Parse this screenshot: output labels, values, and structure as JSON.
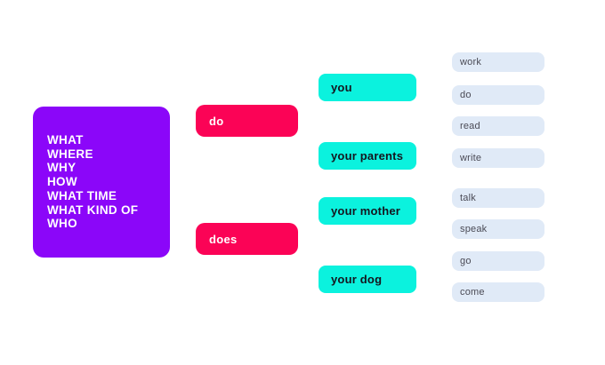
{
  "palette": {
    "background": "#ffffff",
    "question_card_bg": "#8b06f9",
    "auxiliary_card_bg": "#fb0356",
    "subject_card_bg": "#0bf2de",
    "verb_pill_bg": "#e0eaf7",
    "light_text": "#ffffff",
    "dark_text": "#15151e",
    "verb_text": "#4a4a55"
  },
  "question_words_card": {
    "lines": [
      "WHAT",
      "WHERE",
      "WHY",
      "HOW",
      "WHAT TIME",
      "WHAT KIND OF",
      "WHO"
    ]
  },
  "auxiliary_cards": [
    {
      "label": "do"
    },
    {
      "label": "does"
    }
  ],
  "subject_cards": [
    {
      "label": "you"
    },
    {
      "label": "your parents"
    },
    {
      "label": "your mother"
    },
    {
      "label": "your dog"
    }
  ],
  "verb_cards": [
    {
      "label": "work"
    },
    {
      "label": "do"
    },
    {
      "label": "read"
    },
    {
      "label": "write"
    },
    {
      "label": "talk"
    },
    {
      "label": "speak"
    },
    {
      "label": "go"
    },
    {
      "label": "come"
    }
  ]
}
